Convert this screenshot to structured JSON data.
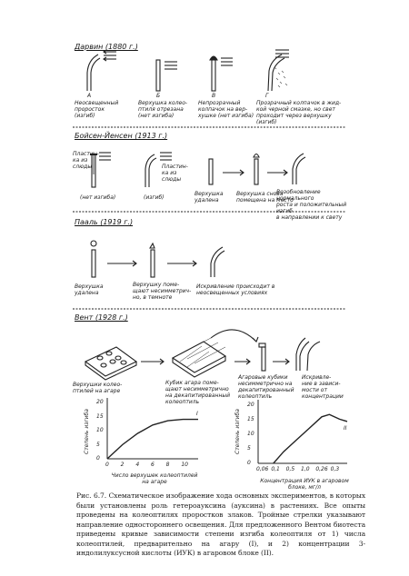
{
  "darwin": {
    "title": "Дарвин (1880 г.)",
    "labels": [
      {
        "id": "A",
        "letter": "А",
        "text": "Неосвещенный\nпроросток\n(изгиб)"
      },
      {
        "id": "B",
        "letter": "Б",
        "text": "Верхушка колео-\nптиля отрезана\n(нет изгиба)"
      },
      {
        "id": "V",
        "letter": "В",
        "text": "Непрозрачный\nколпачок на вер-\nхушке (нет изгиба)"
      },
      {
        "id": "G",
        "letter": "Г",
        "text": "Прозрачный колпачок в жид-\nкой черной смазке, но свет\nпроходит через верхушку (изгиб)"
      }
    ]
  },
  "boysen": {
    "title": "Бойсен-Йенсен (1913 г.)",
    "label_mica_left": "Пластин-\nка из\nслюды",
    "label_mica_right": "Пластин-\nка из\nслюды",
    "result_left": "(нет изгиба)",
    "result_right": "(изгиб)",
    "tip_removed": "Верхушка\nудалена",
    "tip_replaced": "Верхушка снова\nпомещена на место",
    "block_restored": "Возобновление нормального\nроста и положительный изгиб\nв направлении к свету"
  },
  "paal": {
    "title": "Пааль (1919 г.)",
    "tip_removed": "Верхушка\nудалена",
    "tip_asym": "Верхушку поме-\nщают несимметрич-\nно, в темноте",
    "curve": "Искривление происходит в\nнеосвещенных условиях"
  },
  "went": {
    "title": "Вент (1928 г.)",
    "step1": "Верхушки колео-\nптилей на агаре",
    "step2": "Кубик агара поме-\nщают несимметрично\nна декапитированный\nколеоптиль",
    "step3": "Агаровые кубики\nнесимметрично на\nдекапитированный\nколеоптиль",
    "step4": "Искривле-\nние в зависи-\nмости от\nконцентрации"
  },
  "chart_data": [
    {
      "type": "line",
      "title": "",
      "xlabel": "Число верхушек колеоптилей на агаре",
      "ylabel": "Степень изгиба",
      "series_label": "I",
      "x": [
        0,
        2,
        4,
        6,
        8,
        10,
        12
      ],
      "y": [
        0,
        5,
        9,
        12,
        13.5,
        14,
        14
      ],
      "xticks": [
        "0",
        "2",
        "4",
        "6",
        "8",
        "10"
      ],
      "yticks": [
        "0",
        "5",
        "10",
        "15",
        "20"
      ],
      "xlim": [
        0,
        12
      ],
      "ylim": [
        0,
        20
      ]
    },
    {
      "type": "line",
      "title": "",
      "xlabel": "Концентрация ИУК в агаровом блоке, мг/л",
      "ylabel": "Степень изгиба",
      "series_label": "II",
      "x": [
        0.06,
        0.1,
        0.15,
        0.2,
        0.25,
        0.28,
        0.32,
        0.35
      ],
      "y": [
        0,
        5,
        10,
        15,
        20,
        21,
        19,
        18
      ],
      "xticks": [
        "0,06",
        "0,1",
        "0,5",
        "1,0",
        "0,26",
        "0,3"
      ],
      "yticks": [
        "0",
        "5",
        "10",
        "15",
        "20"
      ],
      "xlim": [
        0,
        0.35
      ],
      "ylim": [
        0,
        25
      ]
    }
  ],
  "caption": {
    "head": "Рис. 6.7.",
    "text": "Схематическое изображение хода основных экспериментов, в которых были установлены роль гетероауксина (ауксина) в растениях. Все опыты проведены на колеоптилях проростков злаков. Тройные стрелки указывают направление одностороннего освещения. Для предложенного Вентом биотеста приведены кривые зависимости степени изгиба колеоптиля от 1) числа колеоптилей, предварительно на агару (I), и 2) концентрации 3-индолилуксусной кислоты (ИУК) в агаровом блоке (II)."
  }
}
